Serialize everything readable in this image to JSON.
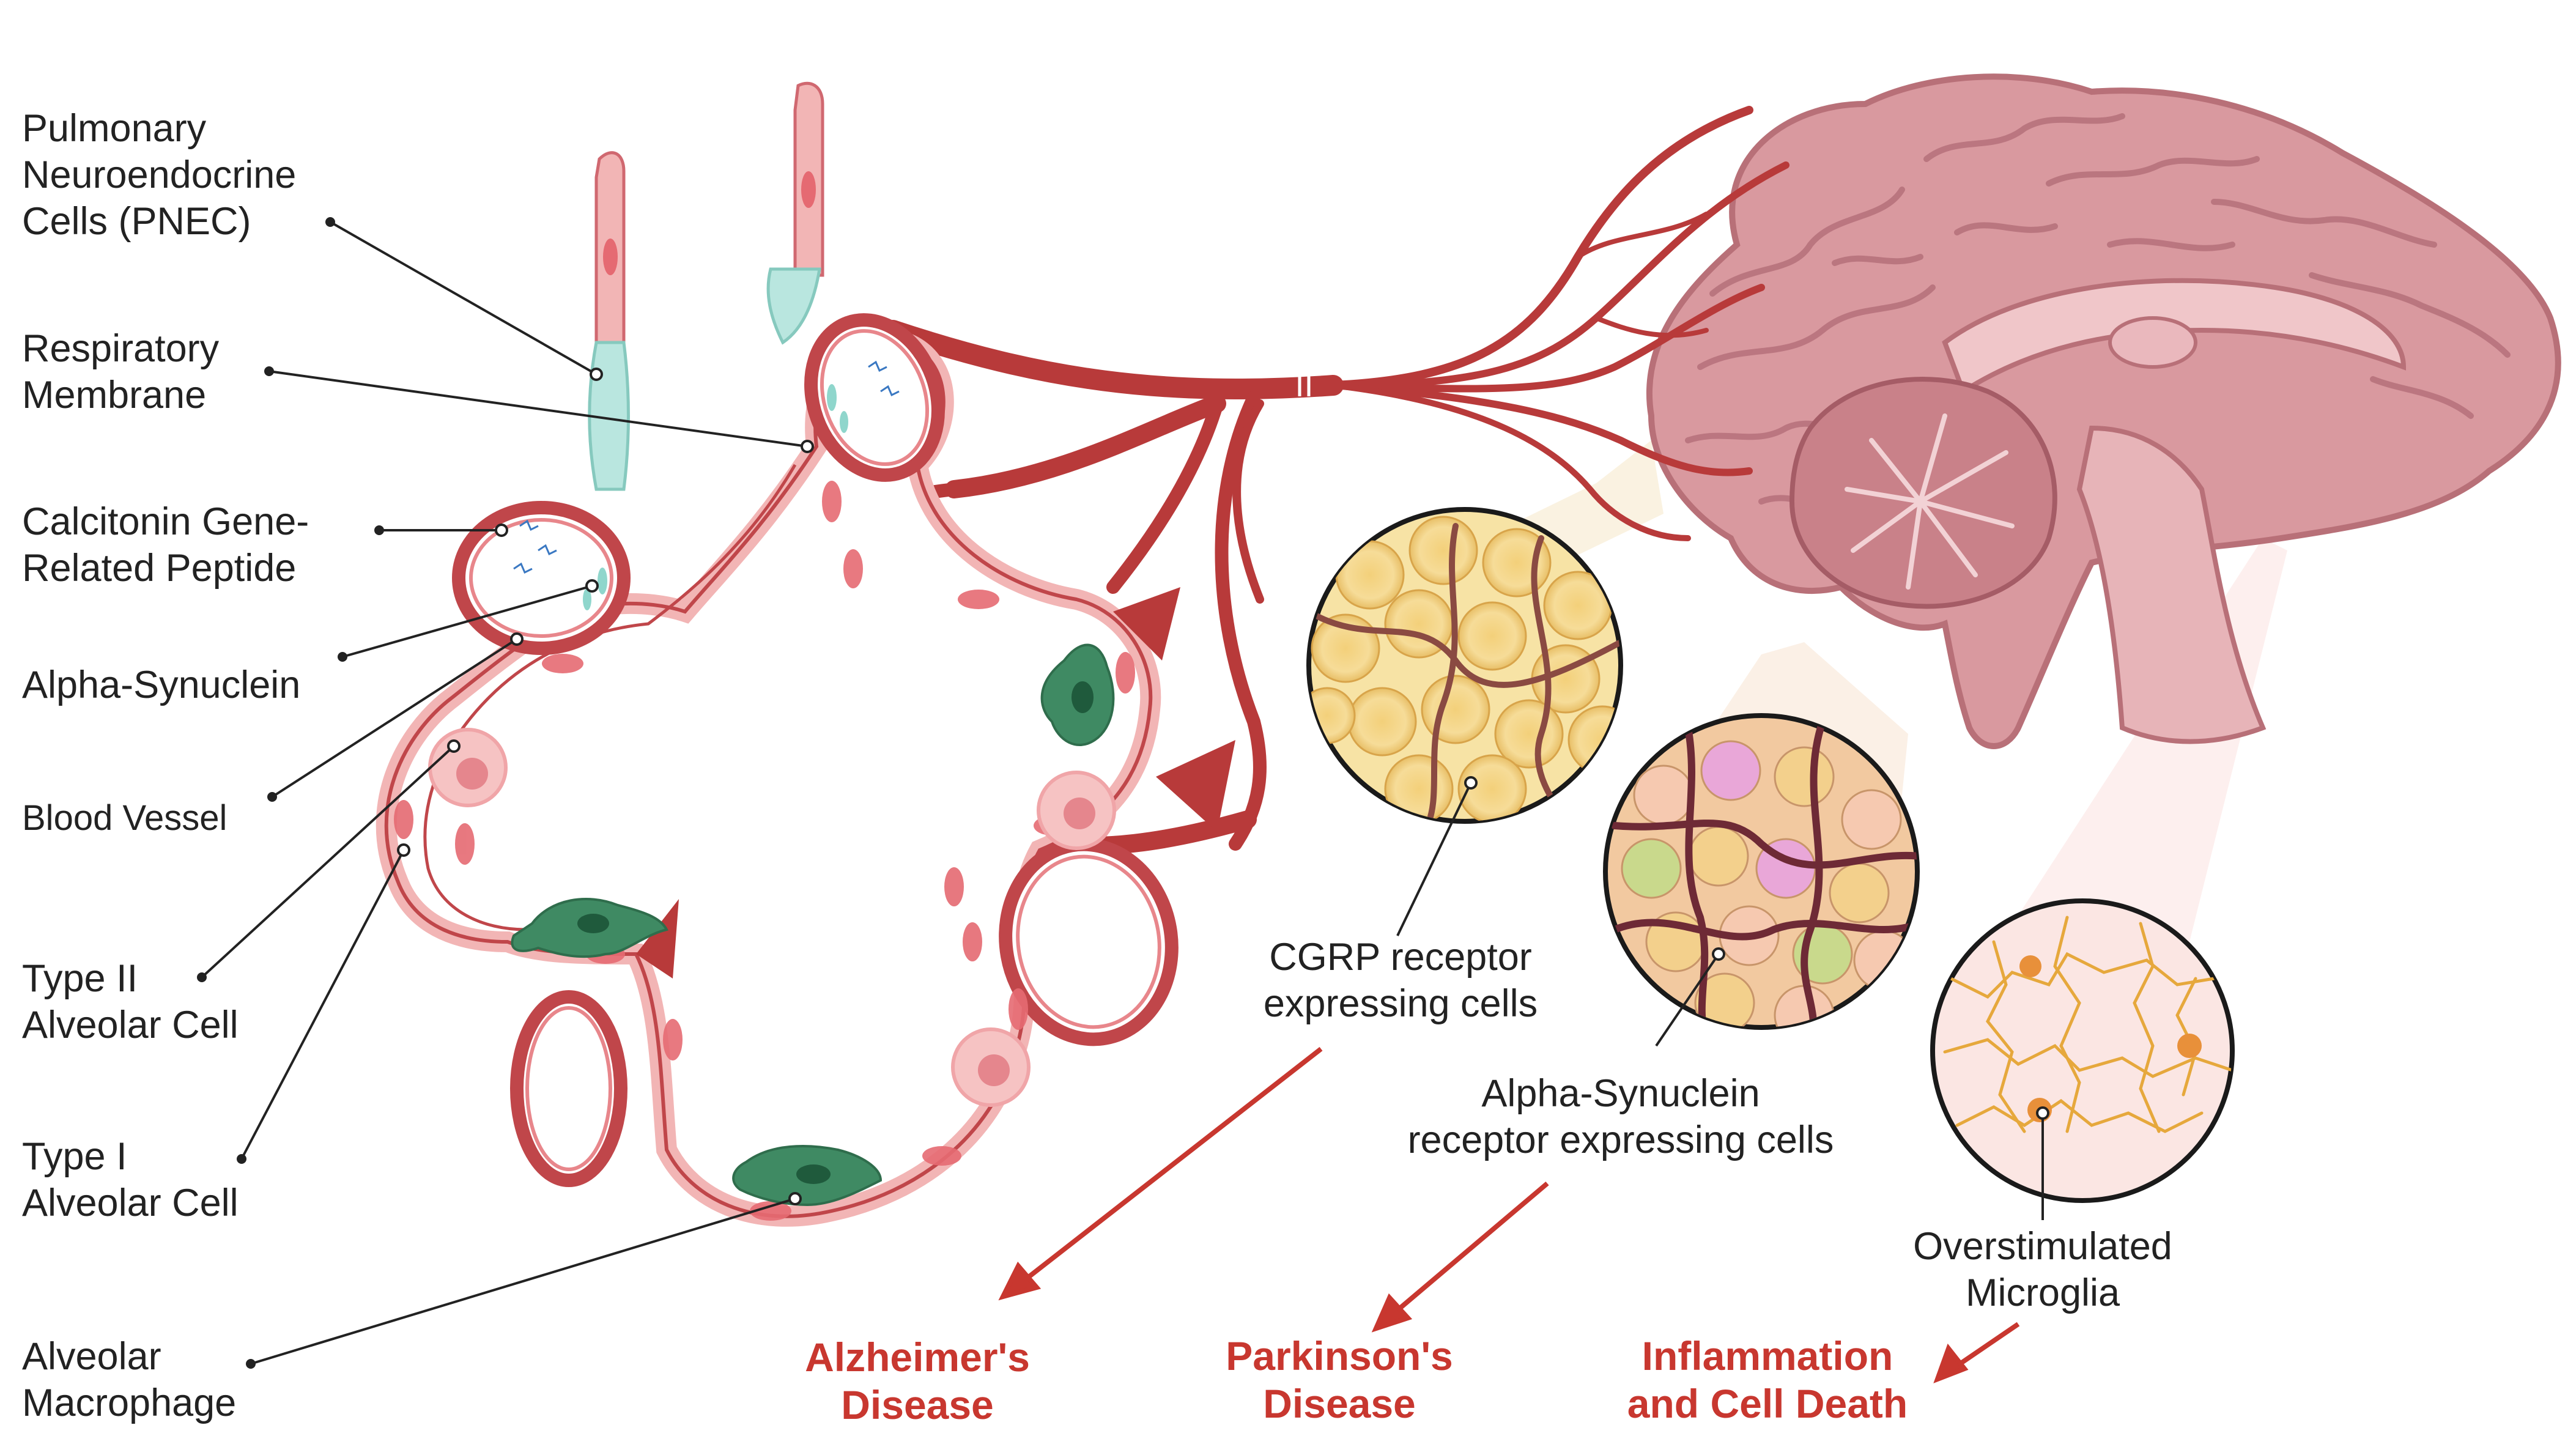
{
  "labels": {
    "pnec": [
      "Pulmonary",
      "Neuroendocrine",
      "Cells (PNEC)"
    ],
    "respiratory_membrane": [
      "Respiratory",
      "Membrane"
    ],
    "cgrp": [
      "Calcitonin Gene-",
      "Related Peptide"
    ],
    "alpha_synuclein": [
      "Alpha-Synuclein"
    ],
    "blood_vessel": [
      "Blood Vessel"
    ],
    "type2": [
      "Type II",
      "Alveolar Cell"
    ],
    "type1": [
      "Type I",
      "Alveolar Cell"
    ],
    "macrophage": [
      "Alveolar",
      "Macrophage"
    ],
    "cgrp_receptor": [
      "CGRP receptor",
      "expressing cells"
    ],
    "asyn_receptor": [
      "Alpha-Synuclein",
      "receptor expressing cells"
    ],
    "microglia": [
      "Overstimulated",
      "Microglia"
    ]
  },
  "outcomes": {
    "alzheimers": [
      "Alzheimer's",
      "Disease"
    ],
    "parkinsons": [
      "Parkinson's",
      "Disease"
    ],
    "inflammation": [
      "Inflammation",
      "and Cell Death"
    ]
  },
  "colors": {
    "vessel": "#b83a3a",
    "tissue": "#f2b5b5",
    "tissue_edge": "#c0464a",
    "pnec": "#b9e6df",
    "macrophage": "#3f8a63",
    "brain": "#d9999f",
    "accent_red": "#c8372f"
  }
}
